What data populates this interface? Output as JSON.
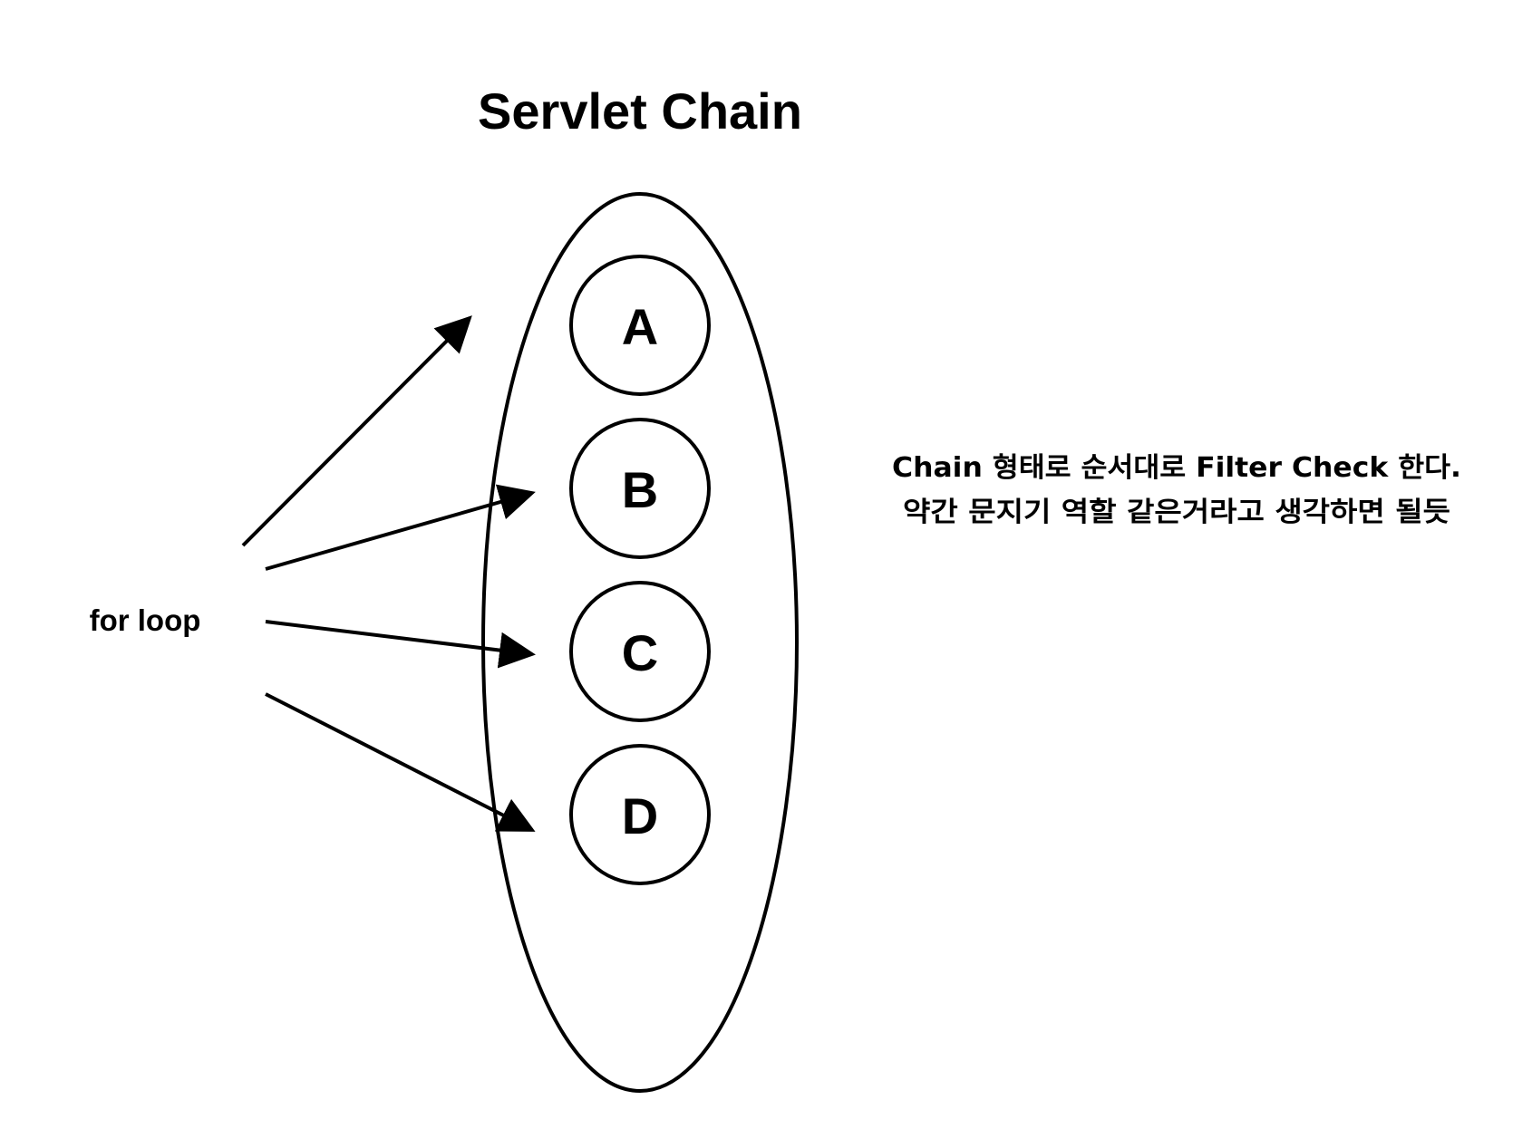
{
  "title": "Servlet Chain",
  "loop_label": "for loop",
  "chain_nodes": [
    {
      "id": "a",
      "label": "A"
    },
    {
      "id": "b",
      "label": "B"
    },
    {
      "id": "c",
      "label": "C"
    },
    {
      "id": "d",
      "label": "D"
    }
  ],
  "note": {
    "line1": "Chain 형태로 순서대로 Filter Check 한다.",
    "line2": "약간 문지기 역할 같은거라고 생각하면 될듯"
  }
}
